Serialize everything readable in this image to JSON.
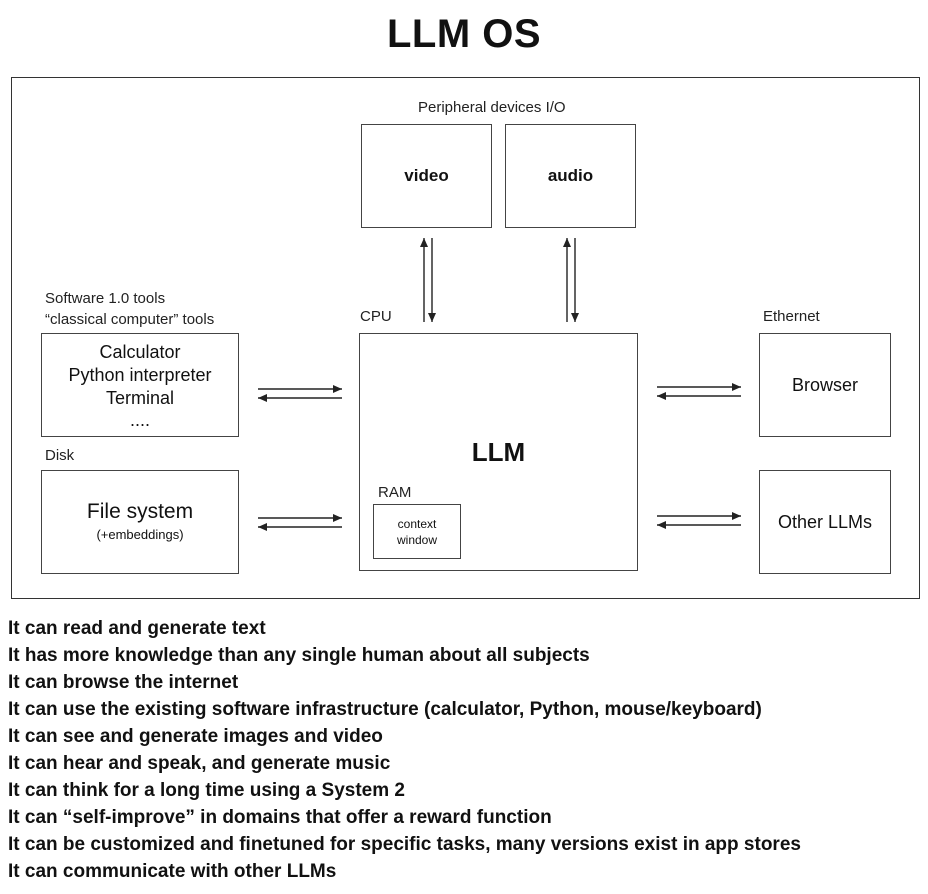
{
  "title": "LLM OS",
  "diagram": {
    "peripheral_label": "Peripheral devices I/O",
    "video": "video",
    "audio": "audio",
    "software_label_1": "Software 1.0 tools",
    "software_label_2": "“classical computer” tools",
    "tools": [
      "Calculator",
      "Python interpreter",
      "Terminal",
      "...."
    ],
    "disk_label": "Disk",
    "filesystem": "File system",
    "filesystem_sub": "(+embeddings)",
    "cpu_label": "CPU",
    "llm": "LLM",
    "ram_label": "RAM",
    "ram_box": [
      "context",
      "window"
    ],
    "ethernet_label": "Ethernet",
    "browser": "Browser",
    "other_llms": "Other LLMs"
  },
  "capabilities": [
    "It can read and generate text",
    "It has more knowledge than any single human about all subjects",
    "It can browse the internet",
    "It can use the existing software infrastructure (calculator, Python, mouse/keyboard)",
    "It can see and generate images and video",
    "It can hear and speak, and generate music",
    "It can think for a long time using a System 2",
    "It can “self-improve” in domains that offer a reward function",
    "It can be customized and finetuned for specific tasks, many versions exist in app stores",
    "It can communicate with other LLMs"
  ]
}
